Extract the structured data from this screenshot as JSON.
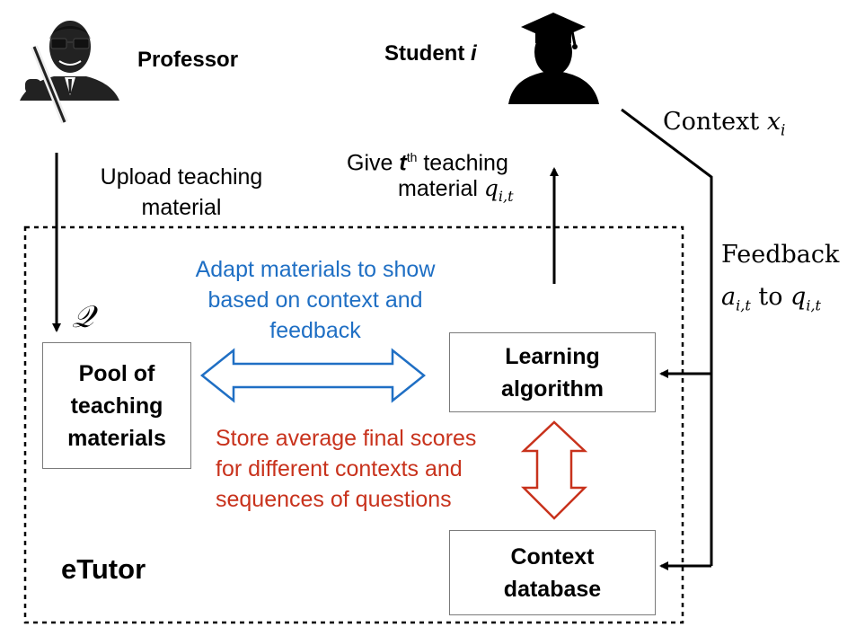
{
  "actors": {
    "professor": "Professor",
    "student_prefix": "Student",
    "student_var": "i"
  },
  "labels": {
    "upload_line1": "Upload teaching",
    "upload_line2": "material",
    "give_prefix": "Give",
    "give_t": "t",
    "give_sup": "th",
    "give_rest": "teaching",
    "give_line2": "material",
    "give_var": "q",
    "give_sub": "i,t",
    "context": "Context",
    "context_var": "x",
    "context_sub": "i",
    "feedback": "Feedback",
    "feedback_var": "a",
    "feedback_sub": "i,t",
    "feedback_to": "to",
    "feedback_q": "q",
    "feedback_q_sub": "i,t",
    "pool_symbol": "𝒬",
    "system_name": "eTutor"
  },
  "boxes": {
    "pool": [
      "Pool of",
      "teaching",
      "materials"
    ],
    "learning": [
      "Learning",
      "algorithm"
    ],
    "context_db": [
      "Context",
      "database"
    ]
  },
  "annotations": {
    "adapt": [
      "Adapt materials to show",
      "based on context and",
      "feedback"
    ],
    "store": [
      "Store average final scores",
      "for different contexts and",
      "sequences of questions"
    ]
  },
  "colors": {
    "adapt": "#1f6fc4",
    "store": "#c8321c",
    "border": "#7a7a7a"
  },
  "icons": {
    "professor": "professor-icon",
    "student": "student-icon"
  }
}
